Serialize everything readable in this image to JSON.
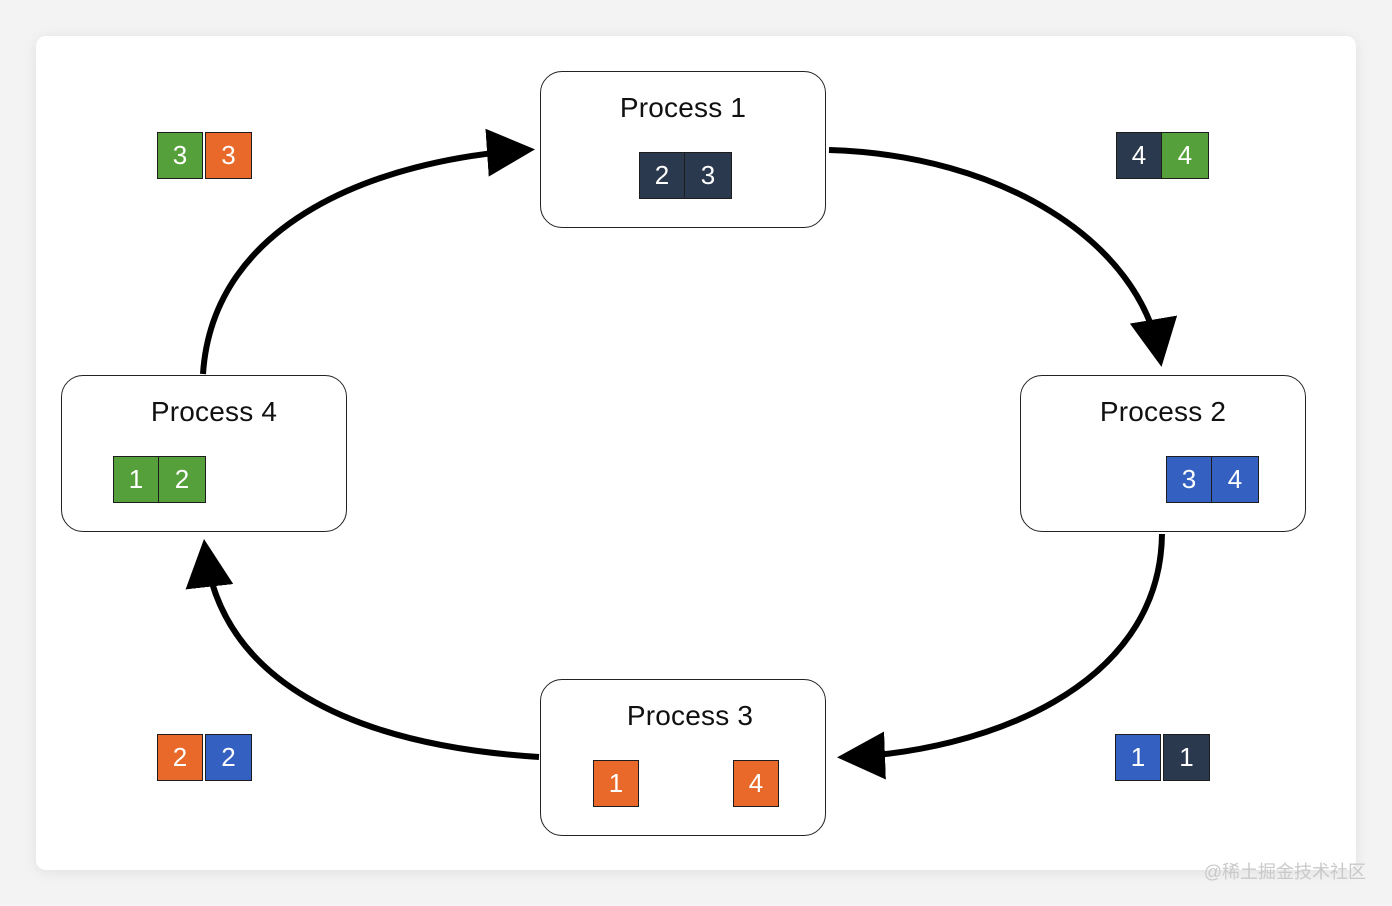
{
  "processes": {
    "p1": {
      "title": "Process 1",
      "chunks": [
        "2",
        "3"
      ]
    },
    "p2": {
      "title": "Process 2",
      "chunks": [
        "3",
        "4"
      ]
    },
    "p3": {
      "title": "Process 3",
      "chunks": [
        "1",
        "4"
      ]
    },
    "p4": {
      "title": "Process 4",
      "chunks": [
        "1",
        "2"
      ]
    }
  },
  "transfers": {
    "top_left": [
      "3",
      "3"
    ],
    "top_right": [
      "4",
      "4"
    ],
    "bottom_left": [
      "2",
      "2"
    ],
    "bottom_right": [
      "1",
      "1"
    ]
  },
  "colors": {
    "green": "#55a03a",
    "orange": "#e8692a",
    "blue": "#3461c1",
    "dark": "#2b394e",
    "arrow": "#000000"
  },
  "watermark": "@稀土掘金技术社区"
}
